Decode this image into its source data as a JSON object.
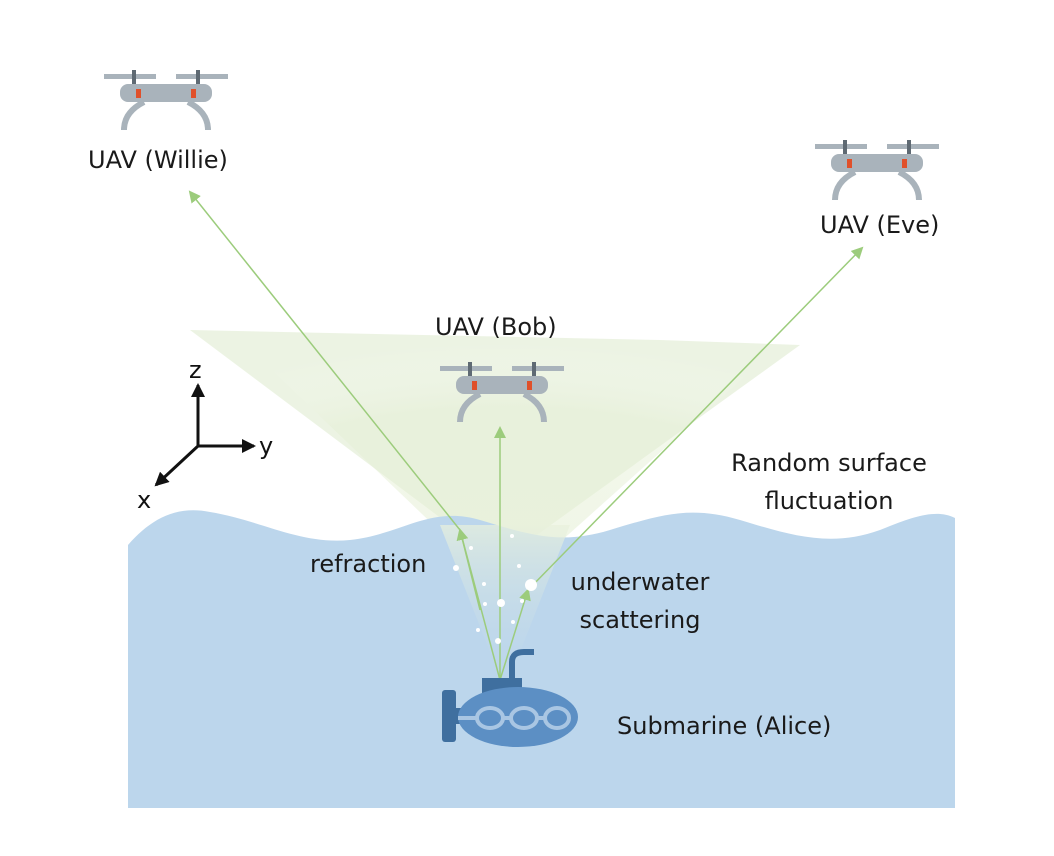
{
  "labels": {
    "willie": "UAV (Willie)",
    "bob": "UAV (Bob)",
    "eve": "UAV (Eve)",
    "refraction": "refraction",
    "underwater_scattering": "underwater\nscattering",
    "surface": "Random surface\nfluctuation",
    "alice": "Submarine (Alice)"
  },
  "axes": {
    "z": "z",
    "y": "y",
    "x": "x"
  },
  "colors": {
    "water": "#bcd6ec",
    "beam": "#dbe8c8",
    "ray": "#9ccc7c",
    "drone_body": "#a9b3bb",
    "drone_light": "#e0502a",
    "submarine": "#5c8fc4",
    "submarine_dark": "#3f6f9f"
  }
}
